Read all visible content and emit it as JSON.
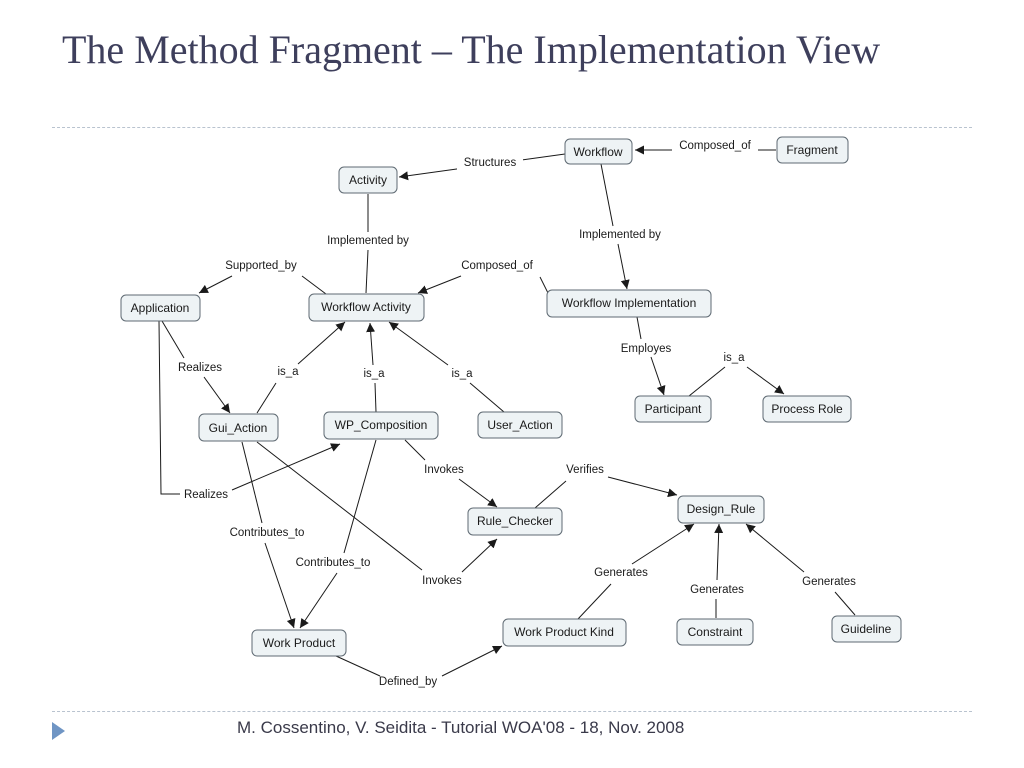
{
  "slide": {
    "title": "The Method Fragment – The Implementation View",
    "footer": "M. Cossentino, V. Seidita - Tutorial WOA'08 - 18, Nov. 2008"
  },
  "diagram": {
    "nodes": [
      {
        "id": "workflow",
        "label": "Workflow"
      },
      {
        "id": "fragment",
        "label": "Fragment"
      },
      {
        "id": "activity",
        "label": "Activity"
      },
      {
        "id": "application",
        "label": "Application"
      },
      {
        "id": "workflow_activity",
        "label": "Workflow Activity"
      },
      {
        "id": "workflow_implementation",
        "label": "Workflow Implementation"
      },
      {
        "id": "gui_action",
        "label": "Gui_Action"
      },
      {
        "id": "wp_composition",
        "label": "WP_Composition"
      },
      {
        "id": "user_action",
        "label": "User_Action"
      },
      {
        "id": "participant",
        "label": "Participant"
      },
      {
        "id": "process_role",
        "label": "Process Role"
      },
      {
        "id": "rule_checker",
        "label": "Rule_Checker"
      },
      {
        "id": "design_rule",
        "label": "Design_Rule"
      },
      {
        "id": "work_product",
        "label": "Work Product"
      },
      {
        "id": "work_product_kind",
        "label": "Work Product Kind"
      },
      {
        "id": "constraint",
        "label": "Constraint"
      },
      {
        "id": "guideline",
        "label": "Guideline"
      }
    ],
    "edges": [
      {
        "id": "e_fragment_workflow",
        "label": "Composed_of"
      },
      {
        "id": "e_workflow_activity",
        "label": "Structures"
      },
      {
        "id": "e_activity_implemented",
        "label": "Implemented by"
      },
      {
        "id": "e_workflow_implemented",
        "label": "Implemented by"
      },
      {
        "id": "e_supported_by",
        "label": "Supported_by"
      },
      {
        "id": "e_composed_of_wa",
        "label": "Composed_of"
      },
      {
        "id": "e_employes",
        "label": "Employes"
      },
      {
        "id": "e_participant_isa",
        "label": "is_a"
      },
      {
        "id": "e_realizes_gui",
        "label": "Realizes"
      },
      {
        "id": "e_gui_isa",
        "label": "is_a"
      },
      {
        "id": "e_wpc_isa",
        "label": "is_a"
      },
      {
        "id": "e_user_isa",
        "label": "is_a"
      },
      {
        "id": "e_realizes_wpc",
        "label": "Realizes"
      },
      {
        "id": "e_invokes_wpc",
        "label": "Invokes"
      },
      {
        "id": "e_verifies",
        "label": "Verifies"
      },
      {
        "id": "e_gui_contributes",
        "label": "Contributes_to"
      },
      {
        "id": "e_wpc_contributes",
        "label": "Contributes_to"
      },
      {
        "id": "e_invokes_gui",
        "label": "Invokes"
      },
      {
        "id": "e_gen_wpk",
        "label": "Generates"
      },
      {
        "id": "e_gen_constraint",
        "label": "Generates"
      },
      {
        "id": "e_gen_guideline",
        "label": "Generates"
      },
      {
        "id": "e_defined_by",
        "label": "Defined_by"
      }
    ]
  }
}
